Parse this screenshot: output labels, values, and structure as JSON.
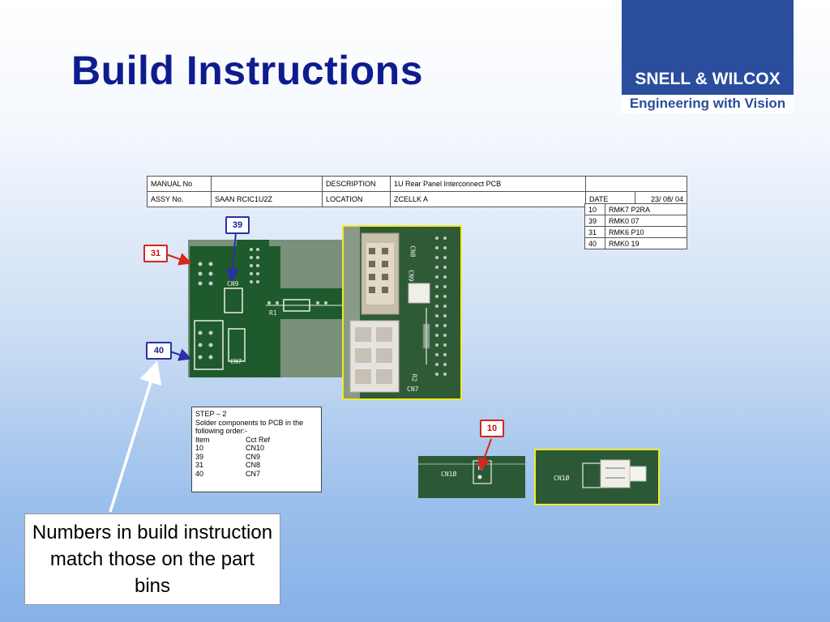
{
  "title": "Build Instructions",
  "logo": {
    "name": "SNELL & WILCOX",
    "tagline": "Engineering with Vision"
  },
  "header": {
    "manual_no_label": "MANUAL No",
    "manual_no_value": "",
    "description_label": "DESCRIPTION",
    "description_value": "1U Rear Panel Interconnect PCB",
    "assy_label": "ASSY No.",
    "assy_value": "SAAN RCIC1U2Z",
    "location_label": "LOCATION",
    "location_value": "ZCELLK A",
    "date_label": "DATE",
    "date_value": "23/ 08/ 04"
  },
  "parts": [
    {
      "item": "10",
      "code": "RMK7 P2RA"
    },
    {
      "item": "39",
      "code": "RMK0 07"
    },
    {
      "item": "31",
      "code": "RMK6 P10"
    },
    {
      "item": "40",
      "code": "RMK0 19"
    }
  ],
  "tags": {
    "t39": "39",
    "t31": "31",
    "t40": "40",
    "t10": "10"
  },
  "pcb_silk": {
    "cn9": "CN9",
    "cn8": "CN8",
    "cn7": "CN7",
    "r1": "R1",
    "r2": "R2",
    "cn10": "CN1Ø"
  },
  "step": {
    "heading": "STEP – 2",
    "line1": "Solder components to PCB in the",
    "line2": "following order:-",
    "col_item": "Item",
    "col_ref": "Cct Ref",
    "rows": [
      {
        "item": "10",
        "ref": "CN10"
      },
      {
        "item": "39",
        "ref": "CN9"
      },
      {
        "item": "31",
        "ref": "CN8"
      },
      {
        "item": "40",
        "ref": "CN7"
      }
    ]
  },
  "callout": "Numbers in build instruction match those on the part bins",
  "colors": {
    "title": "#0e1c8e",
    "logo_bg": "#2a4d9e",
    "tag_red": "#d9241c",
    "tag_blue": "#2930a8",
    "highlight": "#f2ea2a"
  }
}
